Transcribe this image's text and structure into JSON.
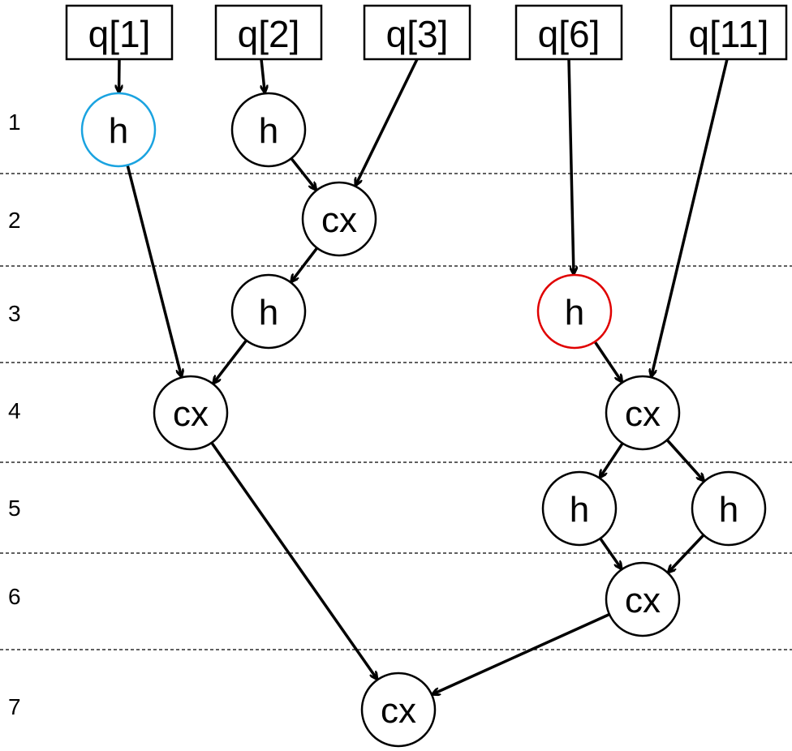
{
  "layers": [
    "1",
    "2",
    "3",
    "4",
    "5",
    "6",
    "7"
  ],
  "qubits": [
    {
      "id": "q1",
      "label": "q[1]"
    },
    {
      "id": "q2",
      "label": "q[2]"
    },
    {
      "id": "q3",
      "label": "q[3]"
    },
    {
      "id": "q6",
      "label": "q[6]"
    },
    {
      "id": "q11",
      "label": "q[11]"
    }
  ],
  "gates": [
    {
      "id": "g1",
      "label": "h",
      "layer": 1,
      "stroke": "#1aa3e0"
    },
    {
      "id": "g2",
      "label": "h",
      "layer": 1,
      "stroke": "#000000"
    },
    {
      "id": "g3",
      "label": "cx",
      "layer": 2,
      "stroke": "#000000"
    },
    {
      "id": "g4",
      "label": "h",
      "layer": 3,
      "stroke": "#000000"
    },
    {
      "id": "g5",
      "label": "h",
      "layer": 3,
      "stroke": "#e00000"
    },
    {
      "id": "g6",
      "label": "cx",
      "layer": 4,
      "stroke": "#000000"
    },
    {
      "id": "g7",
      "label": "cx",
      "layer": 4,
      "stroke": "#000000"
    },
    {
      "id": "g8",
      "label": "h",
      "layer": 5,
      "stroke": "#000000"
    },
    {
      "id": "g9",
      "label": "h",
      "layer": 5,
      "stroke": "#000000"
    },
    {
      "id": "g10",
      "label": "cx",
      "layer": 6,
      "stroke": "#000000"
    },
    {
      "id": "g11",
      "label": "cx",
      "layer": 7,
      "stroke": "#000000"
    }
  ],
  "edges": [
    {
      "from": "q1",
      "to": "g1"
    },
    {
      "from": "q2",
      "to": "g2"
    },
    {
      "from": "q3",
      "to": "g3"
    },
    {
      "from": "q6",
      "to": "g5"
    },
    {
      "from": "q11",
      "to": "g7"
    },
    {
      "from": "g1",
      "to": "g6"
    },
    {
      "from": "g2",
      "to": "g3"
    },
    {
      "from": "g3",
      "to": "g4"
    },
    {
      "from": "g4",
      "to": "g6"
    },
    {
      "from": "g5",
      "to": "g7"
    },
    {
      "from": "g6",
      "to": "g11"
    },
    {
      "from": "g7",
      "to": "g8"
    },
    {
      "from": "g7",
      "to": "g9"
    },
    {
      "from": "g8",
      "to": "g10"
    },
    {
      "from": "g9",
      "to": "g10"
    },
    {
      "from": "g10",
      "to": "g11"
    }
  ]
}
